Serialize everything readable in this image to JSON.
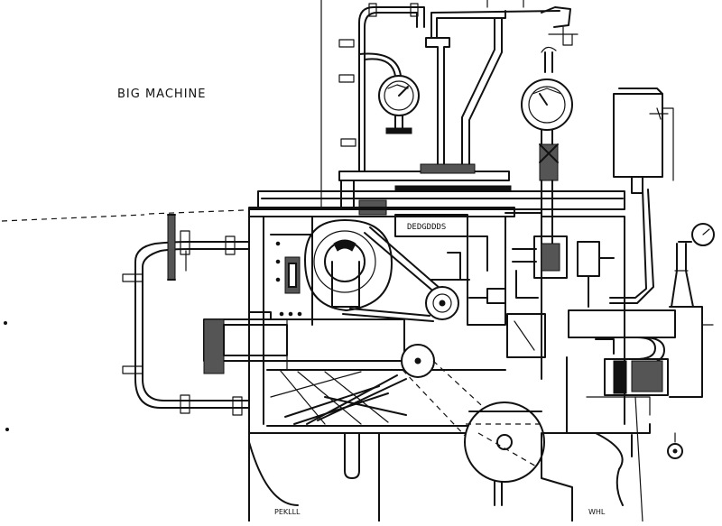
{
  "drawing": {
    "title": "BIG MACHINE",
    "gauge_label": "DEDGDDDS",
    "foot_left": "PEKLLL",
    "foot_right": "WHL"
  }
}
